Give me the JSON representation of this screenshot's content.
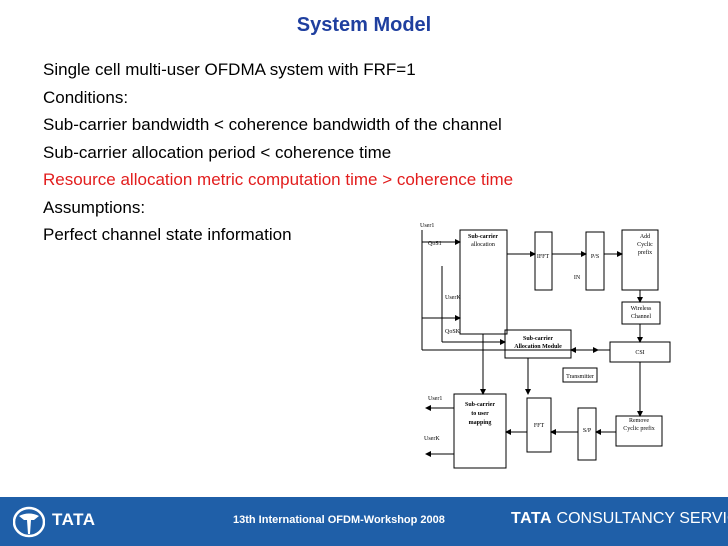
{
  "title": "System Model",
  "bullets": [
    "Single cell multi-user OFDMA system with FRF=1",
    "Conditions:",
    "Sub-carrier bandwidth < coherence bandwidth of the channel",
    "Sub-carrier allocation period < coherence time",
    "Resource allocation metric computation time > coherence time",
    "Assumptions:",
    "Perfect channel state information"
  ],
  "highlight_color": "#e21d1d",
  "title_color": "#1f3f9f",
  "footer_color": "#1f5fa8",
  "diagram": {
    "user1_top": "User1",
    "qos1": "QoS1",
    "userk_top": "UserK",
    "qosk": "QoSK",
    "subcarrier_allocation": [
      "Sub-carrier",
      "allocation"
    ],
    "ifft": "IFFT",
    "ps": "P/S",
    "add_cp": [
      "Add",
      "Cyclic",
      "prefix"
    ],
    "in": "IN",
    "wireless": [
      "Wireless",
      "Channel"
    ],
    "allocation_module": [
      "Sub-carrier",
      "Allocation Module"
    ],
    "csi": "CSI",
    "transmitter": "Transmitter",
    "user1_bottom": "User1",
    "userk_bottom": "UserK",
    "mapping": [
      "Sub-carrier",
      "to user",
      "mapping"
    ],
    "fft": "FFT",
    "sp": "S/P",
    "remove_cp": [
      "Remove",
      "Cyclic prefix"
    ]
  },
  "footer": {
    "left_logo": "TATA",
    "conference": "13th International OFDM-Workshop 2008",
    "right_logo_bold": "TATA",
    "right_logo_rest": " CONSULTANCY SERVICES"
  }
}
